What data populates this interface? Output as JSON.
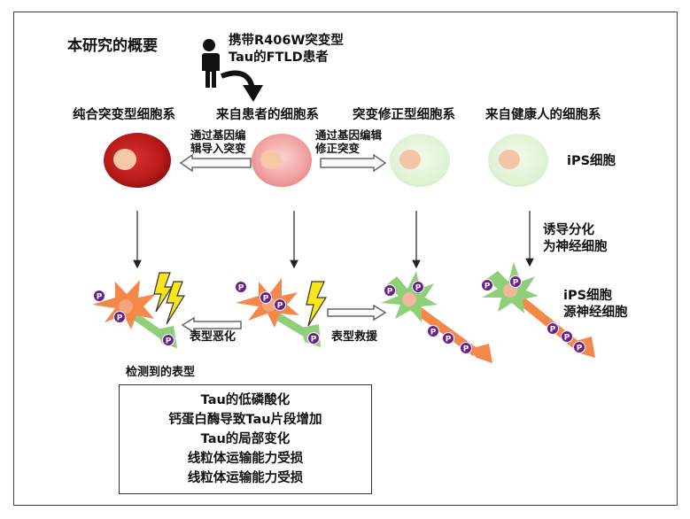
{
  "title": "本研究的概要",
  "patient_label": [
    "携带R406W突变型",
    "Tau的FTLD患者"
  ],
  "cell_lines": [
    "纯合突变型细胞系",
    "来自患者的细胞系",
    "突变修正型细胞系",
    "来自健康人的细胞系"
  ],
  "arrow_labels": {
    "gene_edit_introduce": [
      "通过基因编",
      "辑导入突变"
    ],
    "gene_edit_correct": [
      "通过基因编辑",
      "修正突变"
    ],
    "induce_diff": [
      "诱导分化",
      "为神经细胞"
    ],
    "phenotype_worse": "表型恶化",
    "phenotype_rescue": "表型救援"
  },
  "side_labels": {
    "ips_cell": "iPS细胞",
    "ips_neuron": [
      "iPS细胞",
      "源神经细胞"
    ]
  },
  "phenotypes_header": "检测到的表型",
  "phenotypes": [
    "Tau的低磷酸化",
    "钙蛋白酶导致Tau片段增加",
    "Tau的局部变化",
    "线粒体运输能力受损",
    "线粒体运输能力受损"
  ],
  "phospho_marker": "P",
  "colors": {
    "homozygous_cell": "#b81a1a",
    "patient_cell": "#f2a0a0",
    "corrected_cell": "#dff2d4",
    "healthy_cell": "#dff2d4",
    "nucleus": "#f5c9a8",
    "neuron_orange": "#f4884a",
    "neuron_green": "#8fcf7a",
    "phospho": "#6b1f8f",
    "lightning": "#f6e61a"
  },
  "icons": [
    "person-icon",
    "curved-arrow-icon",
    "lightning-icon",
    "phosphate-marker-icon"
  ]
}
